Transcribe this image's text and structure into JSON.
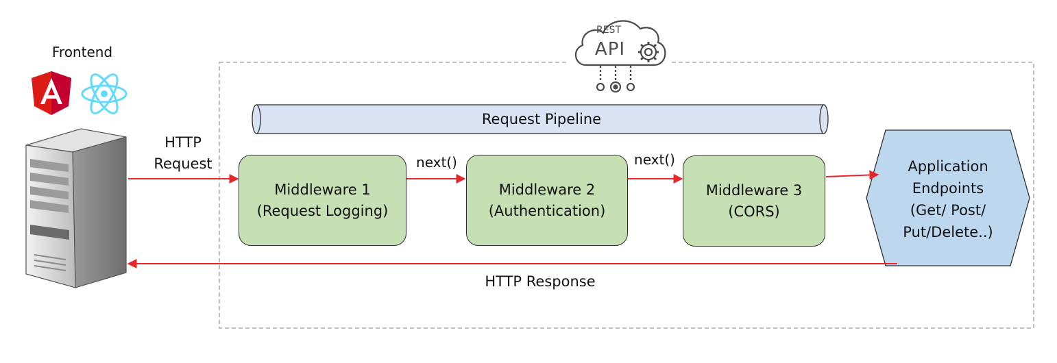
{
  "frontend": {
    "label": "Frontend"
  },
  "request": {
    "line1": "HTTP",
    "line2": "Request"
  },
  "response": {
    "label": "HTTP Response"
  },
  "api_badge": {
    "top": "REST",
    "main": "API"
  },
  "pipeline": {
    "label": "Request Pipeline"
  },
  "middlewares": [
    {
      "title": "Middleware 1",
      "subtitle": "(Request Logging)"
    },
    {
      "title": "Middleware 2",
      "subtitle": "(Authentication)"
    },
    {
      "title": "Middleware 3",
      "subtitle": "(CORS)"
    }
  ],
  "next_labels": [
    "next()",
    "next()"
  ],
  "endpoints": {
    "lines": [
      "Application",
      "Endpoints",
      "(Get/ Post/",
      "Put/Delete..)"
    ]
  },
  "colors": {
    "middleware_fill": "#c6e0b4",
    "pipeline_fill": "#dae3f3",
    "endpoint_fill": "#bdd7ee",
    "arrow": "#e8262a",
    "angular": "#dd1b16",
    "react": "#61dafb"
  },
  "icons": [
    "angular-logo-icon",
    "react-logo-icon",
    "server-tower-icon",
    "cloud-api-gear-icon"
  ]
}
